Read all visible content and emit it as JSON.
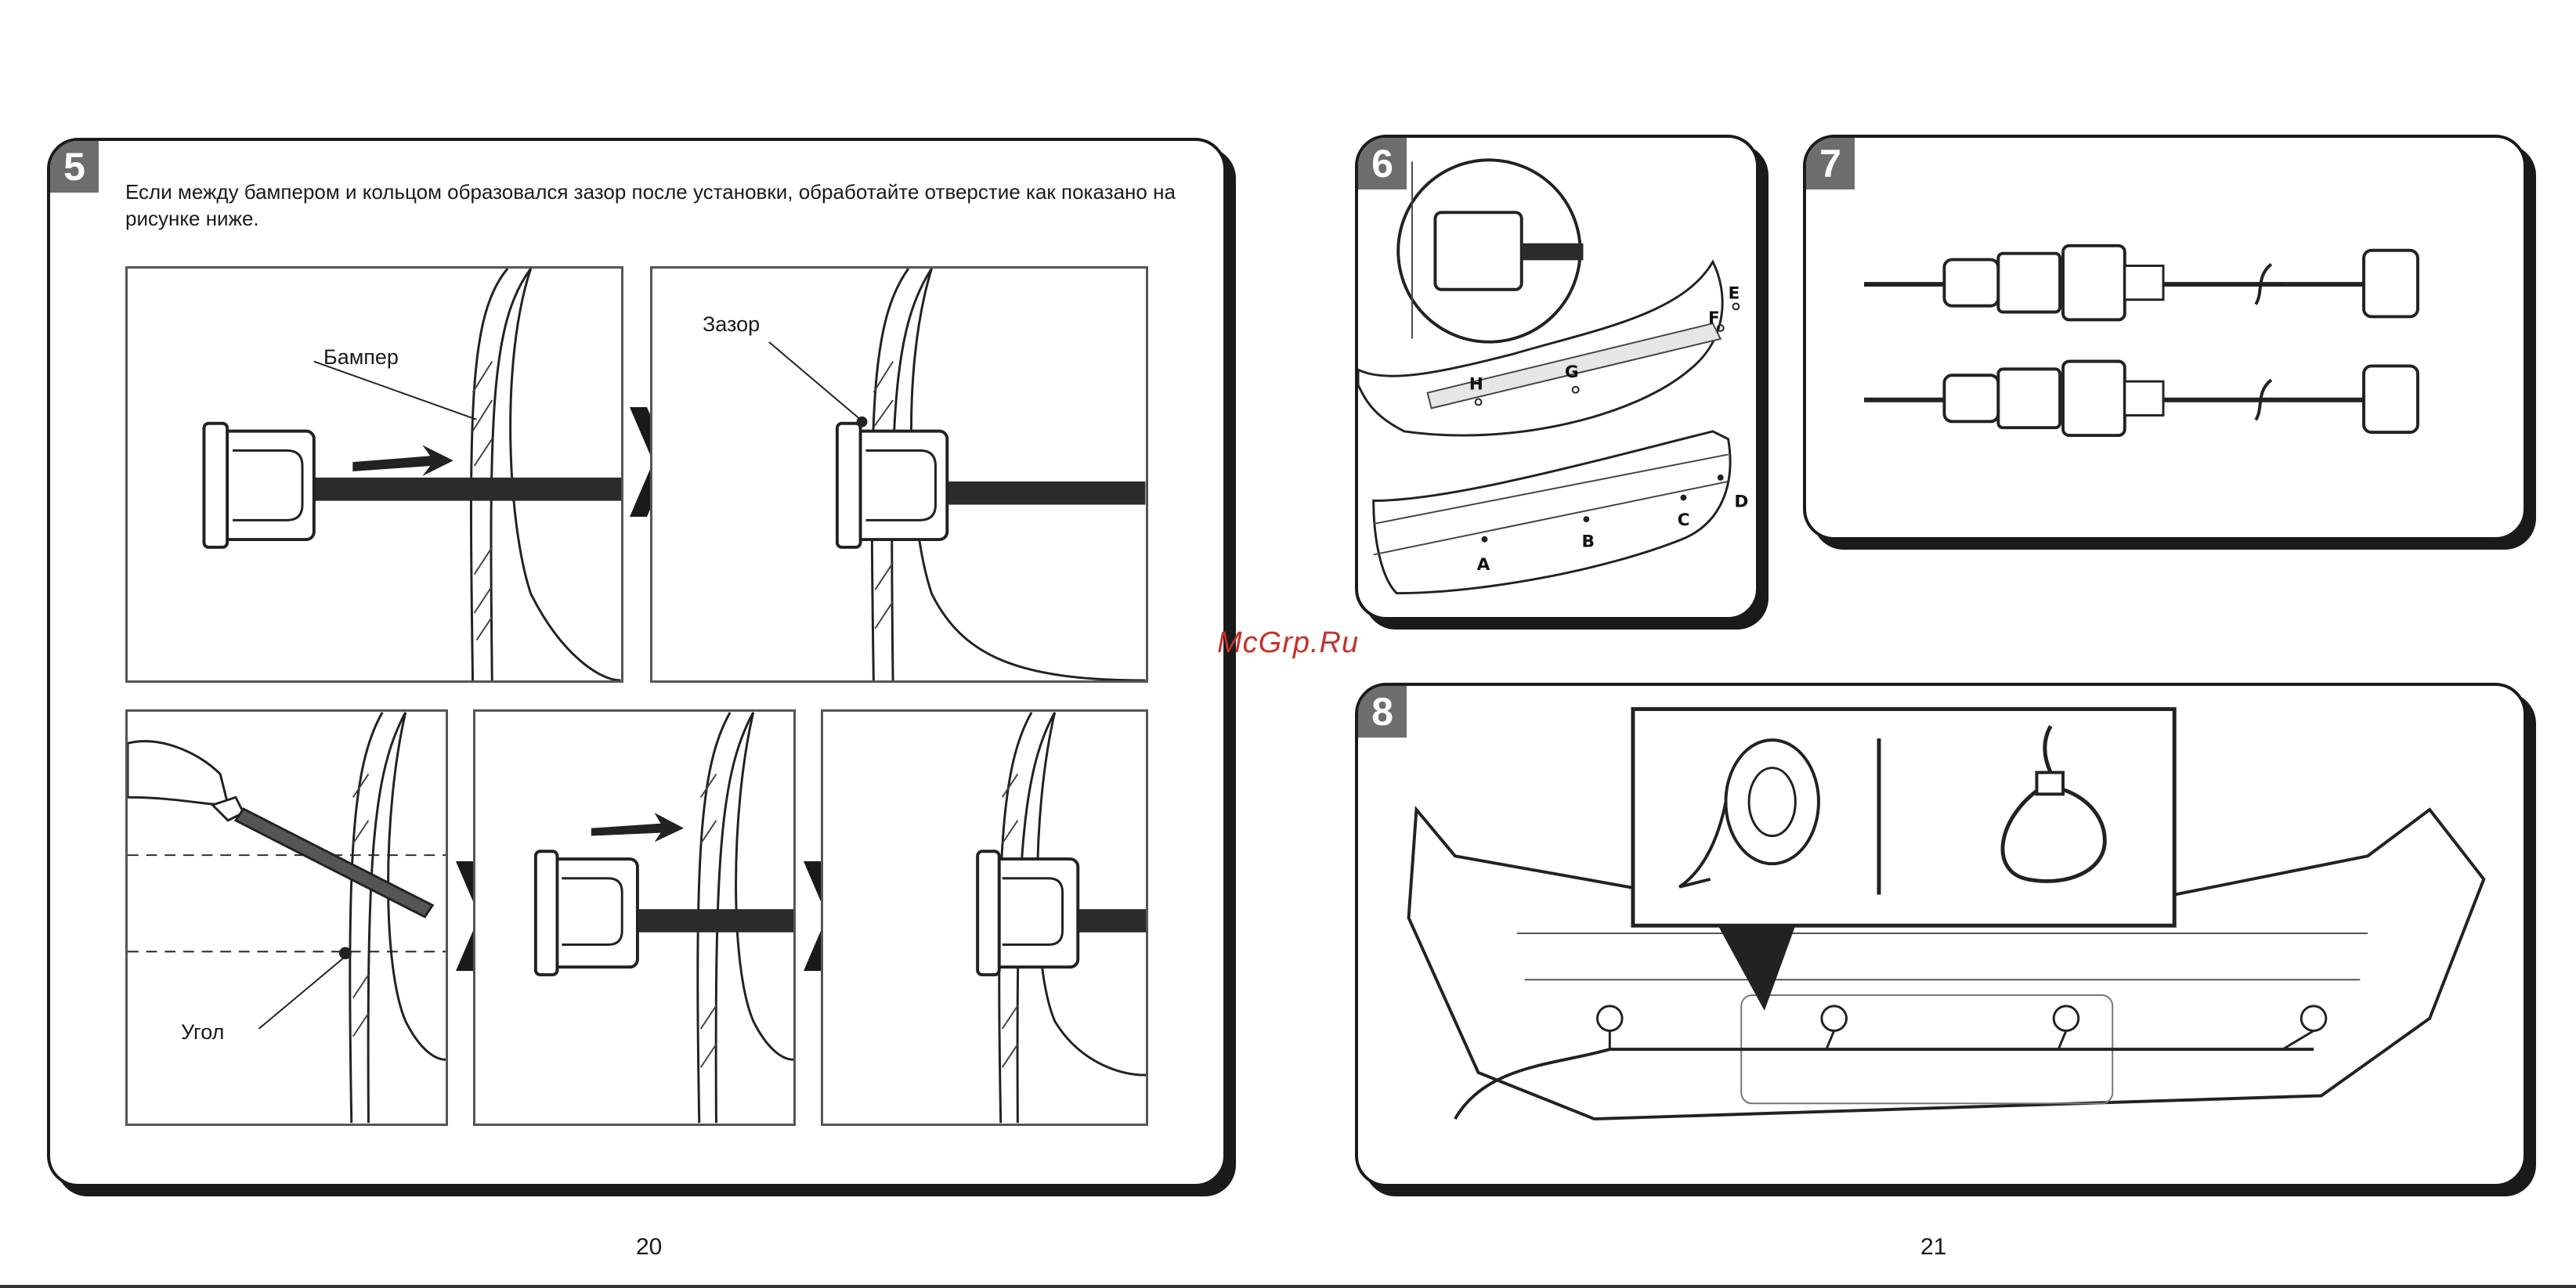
{
  "step5": {
    "number": "5",
    "text": "Если между бампером и кольцом образовался зазор после установки, обработайте отверстие как показано на рисунке ниже.",
    "label_bumper": "Бампер",
    "label_gap": "Зазор",
    "label_corner": "Угол"
  },
  "step6": {
    "number": "6",
    "points": [
      "A",
      "B",
      "C",
      "D",
      "E",
      "F",
      "G",
      "H"
    ]
  },
  "step7": {
    "number": "7"
  },
  "step8": {
    "number": "8"
  },
  "watermark": "McGrp.Ru",
  "pages": {
    "left": "20",
    "right": "21"
  }
}
